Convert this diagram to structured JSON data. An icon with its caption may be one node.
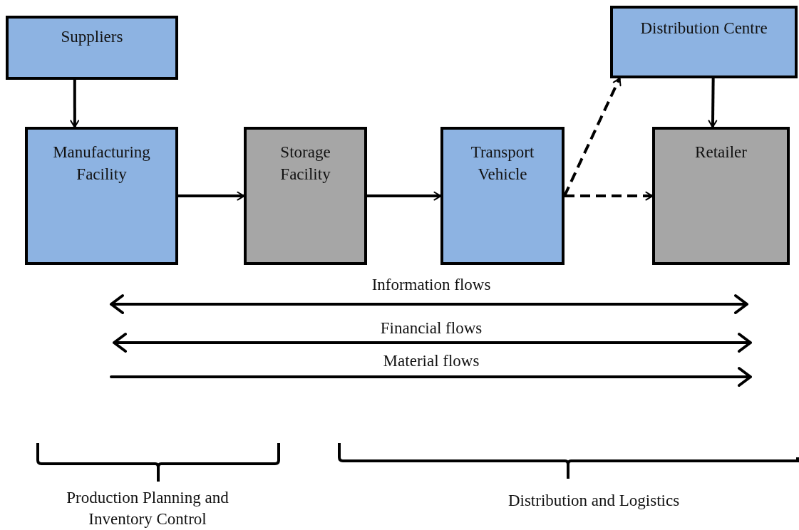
{
  "diagram": {
    "nodes": [
      {
        "text": [
          "Suppliers"
        ]
      },
      {
        "text": [
          "Manufacturing Facility"
        ]
      },
      {
        "text": [
          "Storage Facility"
        ]
      },
      {
        "text": [
          "Transport Vehicle"
        ]
      },
      {
        "text": [
          "Distribution Centre"
        ]
      },
      {
        "text": [
          "Retailer"
        ]
      }
    ],
    "edges": [
      {
        "from": 0,
        "to": 1,
        "arrow": "to"
      },
      {
        "from": 1,
        "to": 2,
        "arrow": "to"
      },
      {
        "from": 2,
        "to": 3,
        "arrow": "to"
      },
      {
        "from": 3,
        "to": 4,
        "arrow": "to",
        "style": "dashed"
      },
      {
        "from": 3,
        "to": 5,
        "arrow": "to",
        "style": "dashed"
      },
      {
        "from": 4,
        "to": 5,
        "arrow": "to"
      }
    ],
    "labels": [
      "Information flows",
      "Financial flows",
      "Material flows",
      "Production Planning and Inventory Control",
      "Distribution and Logistics"
    ]
  }
}
